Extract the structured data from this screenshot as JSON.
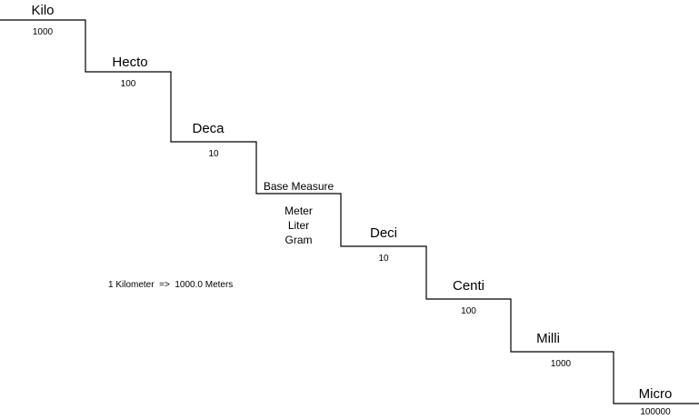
{
  "diagram": {
    "type": "metric-prefix-staircase",
    "steps": [
      {
        "prefix": "Kilo",
        "value": "1000"
      },
      {
        "prefix": "Hecto",
        "value": "100"
      },
      {
        "prefix": "Deca",
        "value": "10"
      },
      {
        "prefix": "Base Measure",
        "units": [
          "Meter",
          "Liter",
          "Gram"
        ]
      },
      {
        "prefix": "Deci",
        "value": "10"
      },
      {
        "prefix": "Centi",
        "value": "100"
      },
      {
        "prefix": "Milli",
        "value": "1000"
      },
      {
        "prefix": "Micro",
        "value": "100000"
      }
    ],
    "note": "1 Kilometer  =>  1000.0 Meters",
    "line_color": "#000000"
  }
}
